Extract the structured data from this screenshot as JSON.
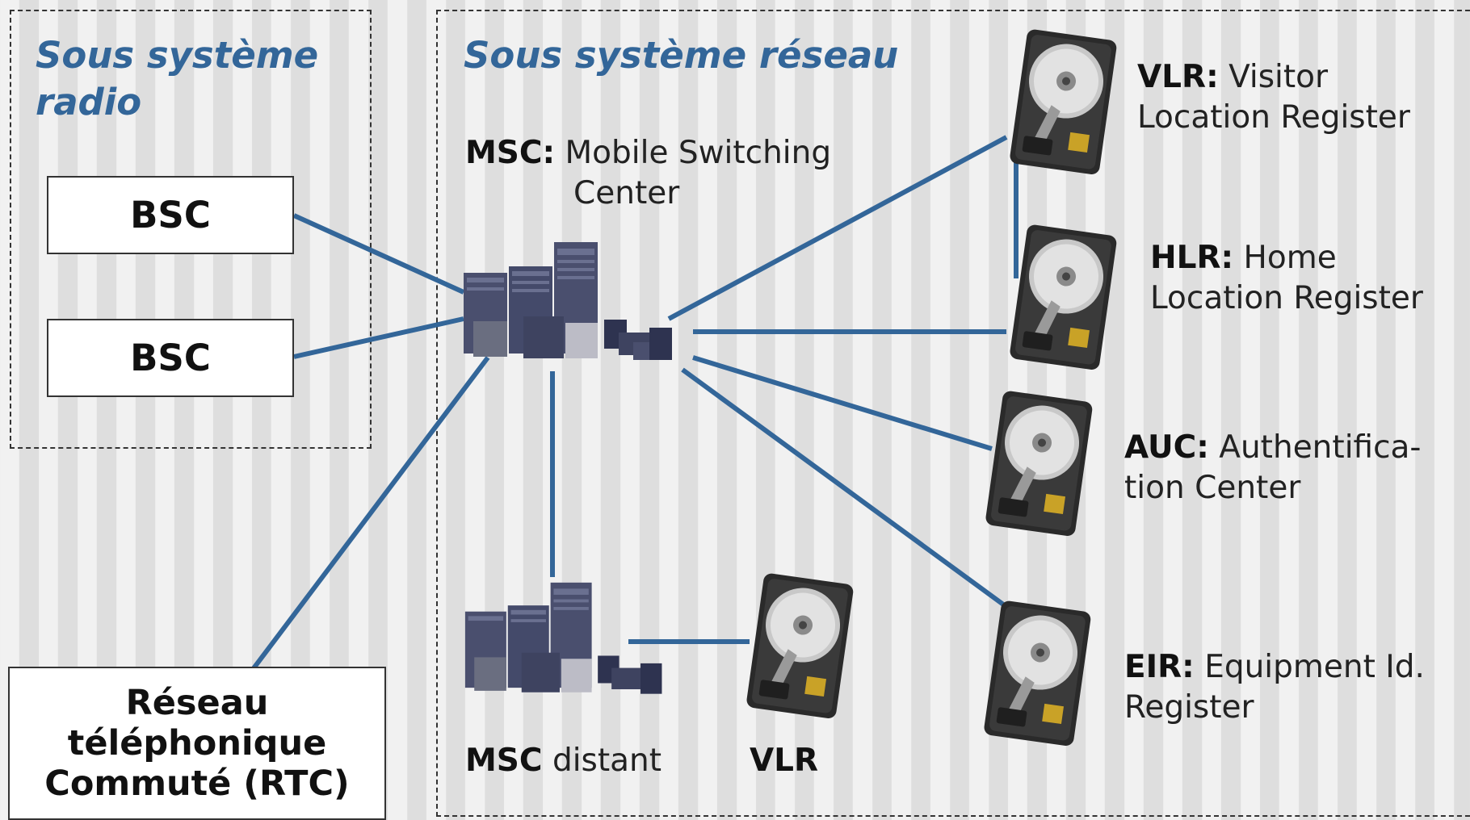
{
  "radio_subsystem": {
    "title_line1": "Sous système",
    "title_line2": "radio",
    "bsc_boxes": [
      "BSC",
      "BSC"
    ]
  },
  "network_subsystem": {
    "title": "Sous système réseau"
  },
  "rtc": {
    "line1": "Réseau",
    "line2": "téléphonique",
    "line3": "Commuté (RTC)"
  },
  "msc": {
    "abbr": "MSC:",
    "name_line1": "Mobile Switching",
    "name_line2": "Center"
  },
  "vlr": {
    "abbr": "VLR:",
    "name_line1": "Visitor",
    "name_line2": "Location Register"
  },
  "hlr": {
    "abbr": "HLR:",
    "name_line1": "Home",
    "name_line2": "Location Register"
  },
  "auc": {
    "abbr": "AUC:",
    "name_line1": "Authentifica-",
    "name_line2": "tion Center"
  },
  "eir": {
    "abbr": "EIR:",
    "name_line1": "Equipment Id.",
    "name_line2": "Register"
  },
  "remote_msc": {
    "abbr": "MSC",
    "suffix": "distant"
  },
  "remote_vlr": {
    "abbr": "VLR"
  },
  "colors": {
    "link_line": "#336699",
    "title": "#336699"
  }
}
